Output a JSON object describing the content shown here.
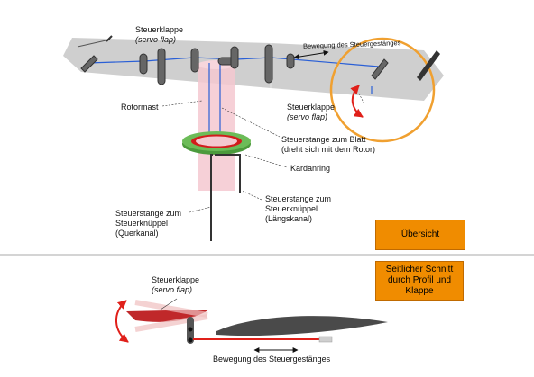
{
  "overview": {
    "servo_top": {
      "name": "Steuerklappe",
      "sub": "(servo flap)"
    },
    "linkage_motion": "Bewegung des Steuergestänges",
    "servo_right": {
      "name": "Steuerklappe",
      "sub": "(servo flap)"
    },
    "rotor_mast": "Rotormast",
    "pushrod_blade": {
      "line1": "Steuerstange zum Blatt",
      "line2": "(dreht sich mit dem Rotor)"
    },
    "gimbal_ring": "Kardanring",
    "pushrod_stick_left": {
      "line1": "Steuerstange zum",
      "line2": "Steuerknüppel",
      "line3": "(Querkanal)"
    },
    "pushrod_stick_right": {
      "line1": "Steuerstange zum",
      "line2": "Steuerknüppel",
      "line3": "(Längskanal)"
    }
  },
  "buttons": {
    "overview": "Übersicht",
    "section": "Seitlicher Schnitt durch Profil und Klappe"
  },
  "section_view": {
    "servo": {
      "name": "Steuerklappe",
      "sub": "(servo flap)"
    },
    "linkage_motion": "Bewegung des Steuergestänges"
  },
  "colors": {
    "blade": "#cfcfcf",
    "accent_orange": "#f08c00",
    "mast_pink": "#f4c8d0",
    "link_blue": "#2a5fd6",
    "ring_green": "#4c9a3c",
    "ring_red": "#d21c1c",
    "arrow_red": "#e0201a",
    "dark_grey": "#555555"
  }
}
